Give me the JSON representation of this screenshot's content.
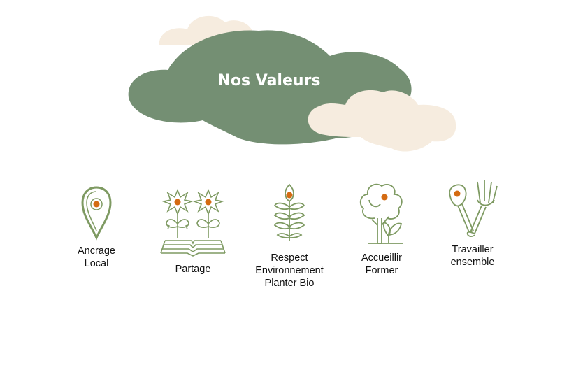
{
  "heading": {
    "title": "Nos Valeurs"
  },
  "colors": {
    "cloud_green": "#748F73",
    "cloud_cream": "#F6ECDF",
    "title_text": "#FFFFFF",
    "icon_green": "#7E9A62",
    "accent_orange": "#D46B12",
    "label_text": "#111111"
  },
  "values": [
    {
      "icon": "location-pin-icon",
      "label_lines": [
        "Ancrage",
        "Local"
      ]
    },
    {
      "icon": "sunflowers-icon",
      "label_lines": [
        "Partage"
      ]
    },
    {
      "icon": "wheat-ear-icon",
      "label_lines": [
        "Respect",
        "Environnement",
        "Planter Bio"
      ]
    },
    {
      "icon": "tree-sprout-icon",
      "label_lines": [
        "Accueillir",
        "Former"
      ]
    },
    {
      "icon": "shovel-fork-icon",
      "label_lines": [
        "Travailler",
        "ensemble"
      ]
    }
  ]
}
